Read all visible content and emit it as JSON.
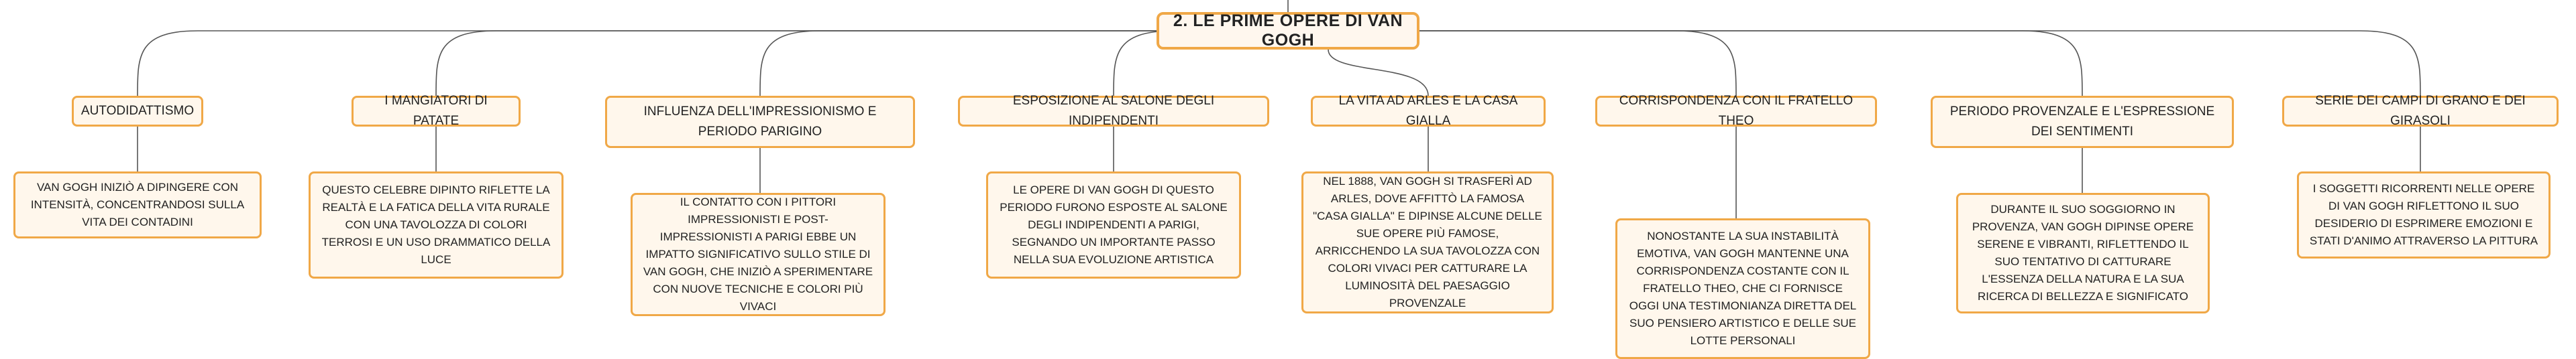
{
  "root": {
    "label": "2. LE PRIME OPERE DI VAN GOGH"
  },
  "branches": [
    {
      "title": "AUTODIDATTISMO",
      "desc": "VAN GOGH INIZIÒ A DIPINGERE CON INTENSITÀ, CONCENTRANDOSI SULLA VITA DEI CONTADINI"
    },
    {
      "title": "I MANGIATORI DI PATATE",
      "desc": "QUESTO CELEBRE DIPINTO RIFLETTE LA REALTÀ E LA FATICA DELLA VITA RURALE CON UNA TAVOLOZZA DI COLORI TERROSI E UN USO DRAMMATICO DELLA LUCE"
    },
    {
      "title": "INFLUENZA DELL'IMPRESSIONISMO E PERIODO PARIGINO",
      "desc": "IL CONTATTO CON I PITTORI IMPRESSIONISTI E POST-IMPRESSIONISTI A PARIGI EBBE UN IMPATTO SIGNIFICATIVO SULLO STILE DI VAN GOGH, CHE INIZIÒ A SPERIMENTARE CON NUOVE TECNICHE E COLORI PIÙ VIVACI"
    },
    {
      "title": "ESPOSIZIONE AL SALONE DEGLI INDIPENDENTI",
      "desc": "LE OPERE DI VAN GOGH DI QUESTO PERIODO FURONO ESPOSTE AL SALONE DEGLI INDIPENDENTI A PARIGI, SEGNANDO UN IMPORTANTE PASSO NELLA SUA EVOLUZIONE ARTISTICA"
    },
    {
      "title": "LA VITA AD ARLES E LA CASA GIALLA",
      "desc": "NEL 1888, VAN GOGH SI TRASFERÌ AD ARLES, DOVE AFFITTÒ LA FAMOSA \"CASA GIALLA\" E DIPINSE ALCUNE DELLE SUE OPERE PIÙ FAMOSE, ARRICCHENDO LA SUA TAVOLOZZA CON COLORI VIVACI PER CATTURARE LA LUMINOSITÀ DEL PAESAGGIO PROVENZALE"
    },
    {
      "title": "CORRISPONDENZA CON IL FRATELLO THEO",
      "desc": "NONOSTANTE LA SUA INSTABILITÀ EMOTIVA, VAN GOGH MANTENNE UNA CORRISPONDENZA COSTANTE CON IL FRATELLO THEO, CHE CI FORNISCE OGGI UNA TESTIMONIANZA DIRETTA DEL SUO PENSIERO ARTISTICO E DELLE SUE LOTTE PERSONALI"
    },
    {
      "title": "PERIODO PROVENZALE E L'ESPRESSIONE DEI SENTIMENTI",
      "desc": "DURANTE IL SUO SOGGIORNO IN PROVENZA, VAN GOGH DIPINSE OPERE SERENE E VIBRANTI, RIFLETTENDO IL SUO TENTATIVO DI CATTURARE L'ESSENZA DELLA NATURA E LA SUA RICERCA DI BELLEZZA E SIGNIFICATO"
    },
    {
      "title": "SERIE DEI CAMPI DI GRANO E DEI GIRASOLI",
      "desc": "I SOGGETTI RICORRENTI NELLE OPERE DI VAN GOGH RIFLETTONO IL SUO DESIDERIO DI ESPRIMERE EMOZIONI E STATI D'ANIMO ATTRAVERSO LA PITTURA"
    }
  ],
  "colors": {
    "border": "#f0a847",
    "fill": "#fff7ec",
    "line": "#555555"
  }
}
